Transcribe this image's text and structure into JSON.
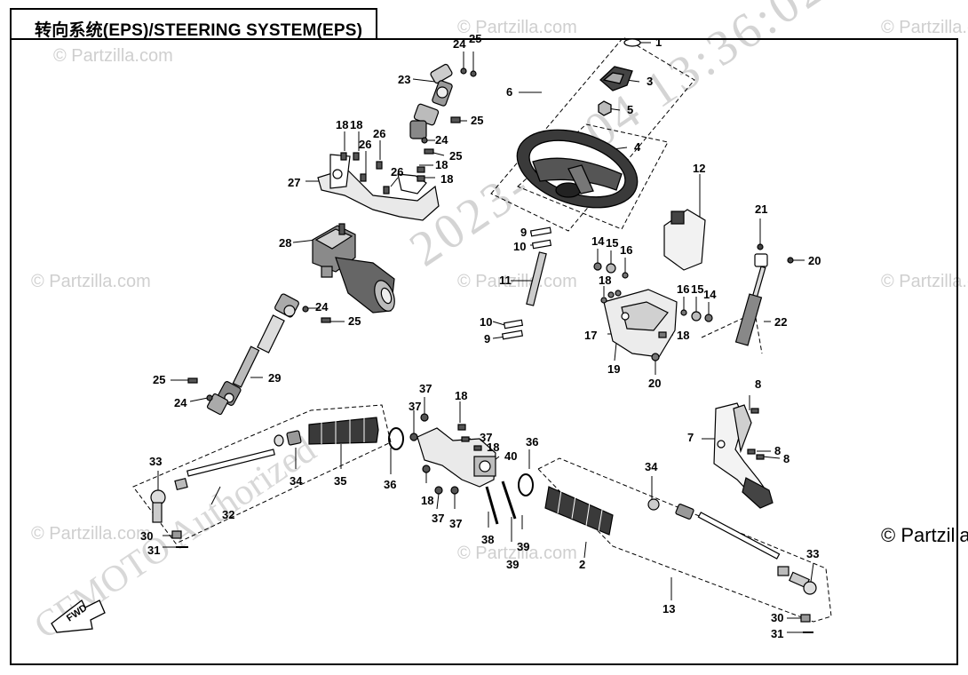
{
  "header": {
    "title": "转向系统(EPS)/STEERING SYSTEM(EPS)"
  },
  "watermarks": {
    "site": "© Partzilla.com",
    "timestamp": "2023-05-04 13:36:02",
    "brand": "CFMOTO Authorized"
  },
  "copyright": "© Partzilla",
  "fwd_label": "FWD",
  "callouts": [
    "1",
    "2",
    "3",
    "4",
    "5",
    "6",
    "7",
    "8",
    "9",
    "10",
    "11",
    "12",
    "13",
    "14",
    "15",
    "16",
    "17",
    "18",
    "19",
    "20",
    "21",
    "22",
    "23",
    "24",
    "25",
    "26",
    "27",
    "28",
    "29",
    "30",
    "31",
    "32",
    "33",
    "34",
    "35",
    "36",
    "37",
    "38",
    "39",
    "40"
  ]
}
